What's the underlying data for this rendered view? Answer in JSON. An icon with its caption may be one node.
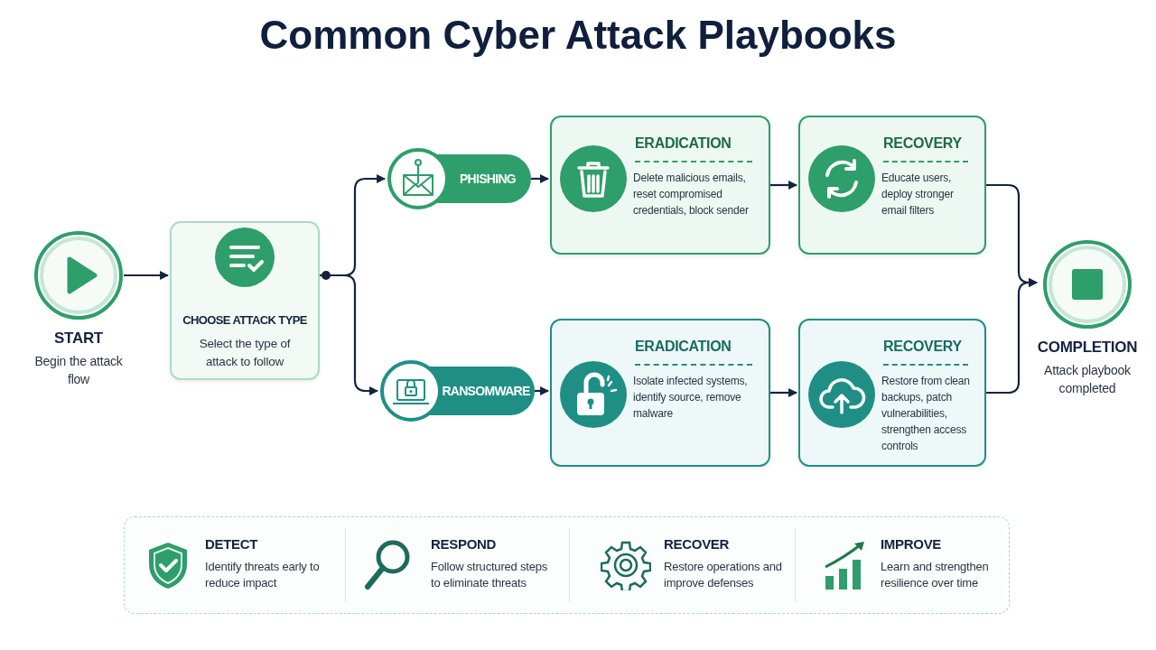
{
  "diagram": {
    "title": "Common Cyber Attack Playbooks",
    "nodes": [
      {
        "text": [
          "START",
          "Begin the attack flow"
        ]
      },
      {
        "text": [
          "CHOOSE ATTACK TYPE",
          "Select the type of attack to follow"
        ]
      },
      {
        "text": [
          "PHISHING"
        ]
      },
      {
        "text": [
          "ERADICATION",
          "Delete malicious emails, reset compromised credentials, block sender"
        ]
      },
      {
        "text": [
          "RECOVERY",
          "Educate users, deploy stronger email filters"
        ]
      },
      {
        "text": [
          "RANSOMWARE"
        ]
      },
      {
        "text": [
          "ERADICATION",
          "Isolate infected systems, identify source, remove malware"
        ]
      },
      {
        "text": [
          "RECOVERY",
          "Restore from clean backups, patch vulnerabilities, strengthen access controls"
        ]
      },
      {
        "text": [
          "COMPLETION",
          "Attack playbook completed"
        ]
      }
    ],
    "edges": [
      {
        "from": 0,
        "to": 1,
        "arrow": "to"
      },
      {
        "from": 1,
        "to": 2,
        "arrow": "to"
      },
      {
        "from": 1,
        "to": 5,
        "arrow": "to"
      },
      {
        "from": 2,
        "to": 3,
        "arrow": "to"
      },
      {
        "from": 3,
        "to": 4,
        "arrow": "to"
      },
      {
        "from": 5,
        "to": 6,
        "arrow": "to"
      },
      {
        "from": 6,
        "to": 7,
        "arrow": "to"
      },
      {
        "from": 4,
        "to": 8,
        "arrow": "to"
      },
      {
        "from": 7,
        "to": 8,
        "arrow": "to"
      }
    ],
    "labels": [
      "DETECT",
      "Identify threats early to reduce impact",
      "RESPOND",
      "Follow structured steps to eliminate threats",
      "RECOVER",
      "Restore operations and improve defenses",
      "IMPROVE",
      "Learn and strengthen resilience over time"
    ]
  }
}
